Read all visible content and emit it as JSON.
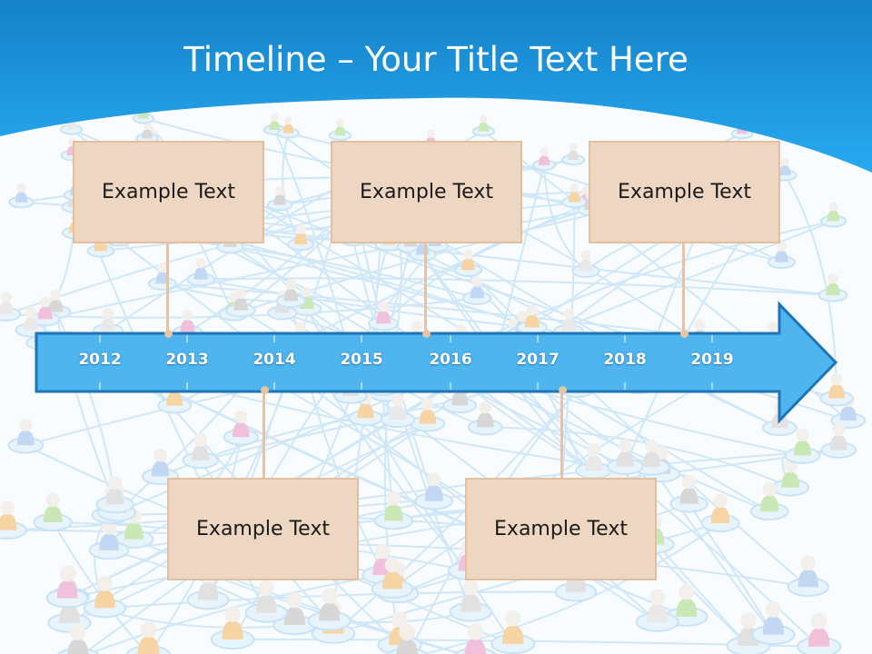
{
  "slide": {
    "title": "Timeline – Your Title Text Here"
  },
  "timeline": {
    "years": [
      "2012",
      "2013",
      "2014",
      "2015",
      "2016",
      "2017",
      "2018",
      "2019"
    ],
    "boxes": [
      {
        "text": "Example Text"
      },
      {
        "text": "Example Text"
      },
      {
        "text": "Example Text"
      },
      {
        "text": "Example Text"
      },
      {
        "text": "Example Text"
      }
    ]
  },
  "colors": {
    "header_blue": "#1aa0e6",
    "arrow_blue": "#4eb5ee",
    "arrow_border": "#1f74b8",
    "box_fill": "#eed7c2",
    "box_border": "#e2bf9f"
  }
}
